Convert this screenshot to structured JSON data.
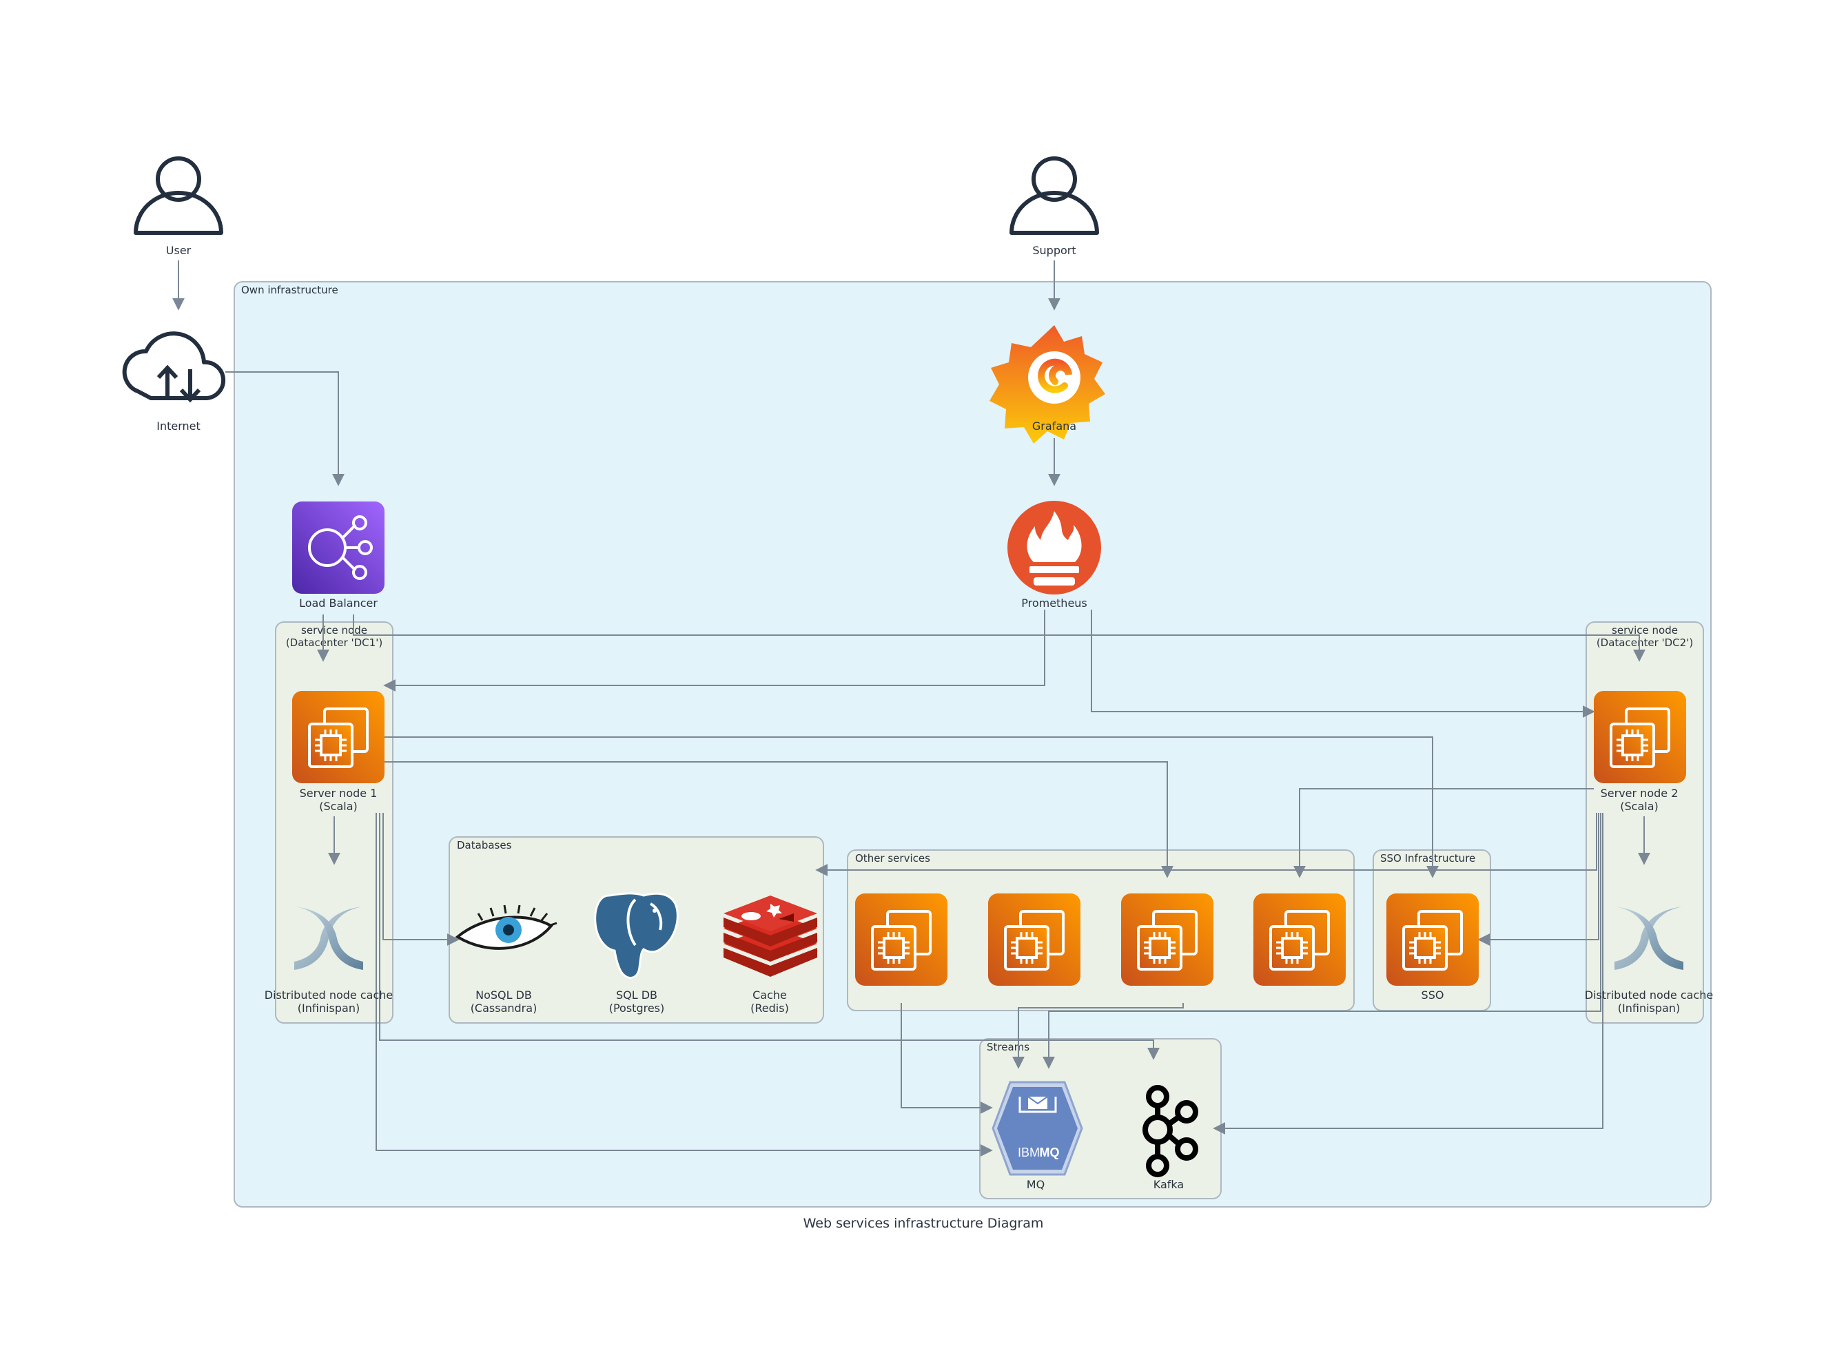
{
  "title": "Web services infrastructure Diagram",
  "colors": {
    "infra_bg": "#e2f3fa",
    "infra_border": "#aeb8c2",
    "group_bg": "#ebf1e6",
    "edge": "#7b8794",
    "ec2_orange": "#e8740c",
    "elb_purple": "#7b3fd4",
    "prometheus": "#e6522c",
    "mq_blue": "#6585c3",
    "redis_red": "#c6302b",
    "postgres_blue": "#336791"
  },
  "actors": {
    "user": {
      "label": "User",
      "icon": "person-icon"
    },
    "support": {
      "label": "Support",
      "icon": "person-icon"
    }
  },
  "internet": {
    "label": "Internet",
    "icon": "cloud-upload-download-icon"
  },
  "groups": {
    "own_infra": "Own infrastructure",
    "service_node_dc1": [
      "service node",
      "(Datacenter 'DC1')"
    ],
    "service_node_dc2": [
      "service node",
      "(Datacenter 'DC2')"
    ],
    "databases": "Databases",
    "other_services": "Other services",
    "sso_infra": "SSO Infrastructure",
    "streams": "Streams"
  },
  "nodes": {
    "grafana": {
      "label": "Grafana",
      "icon": "grafana-icon"
    },
    "prometheus": {
      "label": "Prometheus",
      "icon": "prometheus-icon"
    },
    "load_balancer": {
      "label": "Load Balancer",
      "icon": "load-balancer-icon"
    },
    "server1": {
      "label": [
        "Server node 1",
        "(Scala)"
      ],
      "icon": "ec2-icon"
    },
    "server2": {
      "label": [
        "Server node 2",
        "(Scala)"
      ],
      "icon": "ec2-icon"
    },
    "cache1": {
      "label": [
        "Distributed node cache",
        "(Infinispan)"
      ],
      "icon": "infinispan-icon"
    },
    "cache2": {
      "label": [
        "Distributed node cache",
        "(Infinispan)"
      ],
      "icon": "infinispan-icon"
    },
    "nosql": {
      "label": [
        "NoSQL DB",
        "(Cassandra)"
      ],
      "icon": "cassandra-icon"
    },
    "sql": {
      "label": [
        "SQL DB",
        "(Postgres)"
      ],
      "icon": "postgres-icon"
    },
    "cache": {
      "label": [
        "Cache",
        "(Redis)"
      ],
      "icon": "redis-icon"
    },
    "sso": {
      "label": "SSO",
      "icon": "ec2-icon"
    },
    "mq": {
      "label": "MQ",
      "icon": "ibm-mq-icon",
      "badge": [
        "IBM",
        "MQ"
      ]
    },
    "kafka": {
      "label": "Kafka",
      "icon": "kafka-icon"
    }
  }
}
